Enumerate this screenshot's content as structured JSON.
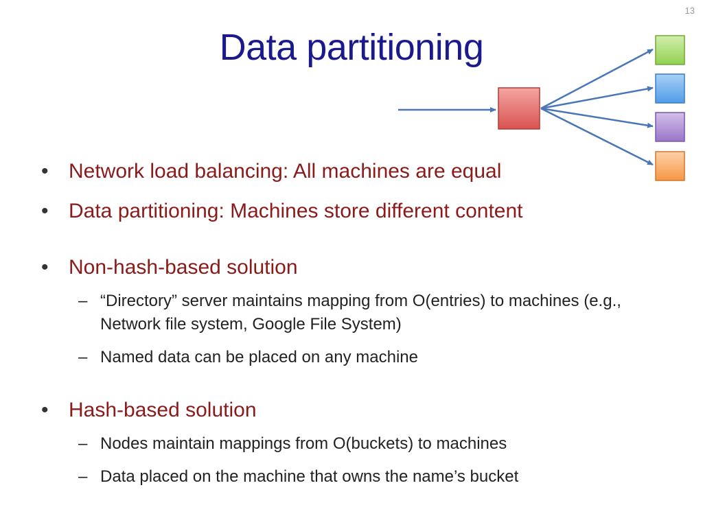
{
  "slide": {
    "page_number": "13",
    "title": "Data partitioning"
  },
  "diagram": {
    "boxes": [
      {
        "name": "router",
        "color": "#d9534f"
      },
      {
        "name": "green",
        "color": "#92d050"
      },
      {
        "name": "blue",
        "color": "#4f9de8"
      },
      {
        "name": "purple",
        "color": "#9b75c9"
      },
      {
        "name": "orange",
        "color": "#f79646"
      }
    ],
    "arrow_color": "#4a76b8"
  },
  "bullets": [
    {
      "marker": "•",
      "text": "Network load balancing:  All machines are equal"
    },
    {
      "marker": "•",
      "text": "Data partitioning:  Machines store different content"
    },
    {
      "marker": "•",
      "text": "Non-hash-based solution"
    },
    {
      "marker": "–",
      "text": "“Directory” server maintains mapping from O(entries) to machines (e.g., Network file system, Google File System)"
    },
    {
      "marker": "–",
      "text": "Named data can be placed on any machine"
    },
    {
      "marker": "•",
      "text": "Hash-based solution"
    },
    {
      "marker": "–",
      "text": "Nodes maintain mappings from O(buckets)  to machines"
    },
    {
      "marker": "–",
      "text": "Data placed on the machine that owns the name’s bucket"
    }
  ]
}
